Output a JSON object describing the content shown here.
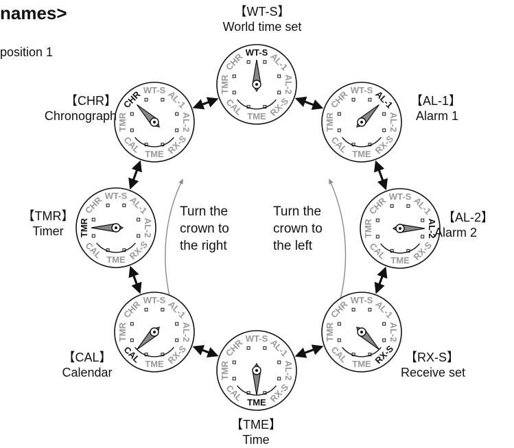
{
  "heading": "names>",
  "subheading": "position 1",
  "dial_labels": {
    "WT-S": "WT-S",
    "AL-1": "AL-1",
    "AL-2": "AL-2",
    "RX-S": "RX-S",
    "TME": "TME",
    "CAL": "CAL",
    "TMR": "TMR",
    "CHR": "CHR"
  },
  "modes": [
    {
      "code": "WT-S",
      "bracket": "【WT-S】",
      "name": "World time set"
    },
    {
      "code": "AL-1",
      "bracket": "【AL-1】",
      "name": "Alarm 1"
    },
    {
      "code": "AL-2",
      "bracket": "【AL-2】",
      "name": "Alarm 2"
    },
    {
      "code": "RX-S",
      "bracket": "【RX-S】",
      "name": "Receive set"
    },
    {
      "code": "TME",
      "bracket": "【TME】",
      "name": "Time"
    },
    {
      "code": "CAL",
      "bracket": "【CAL】",
      "name": "Calendar"
    },
    {
      "code": "TMR",
      "bracket": "【TMR】",
      "name": "Timer"
    },
    {
      "code": "CHR",
      "bracket": "【CHR】",
      "name": "Chronograph"
    }
  ],
  "turn_right": {
    "line1": "Turn the",
    "line2": "crown to",
    "line3": "the right"
  },
  "turn_left": {
    "line1": "Turn the",
    "line2": "crown to",
    "line3": "the left"
  },
  "colors": {
    "ink": "#111111",
    "dial_label_gray": "#9a9a9a",
    "inner_arrow": "#8a8a8a"
  }
}
